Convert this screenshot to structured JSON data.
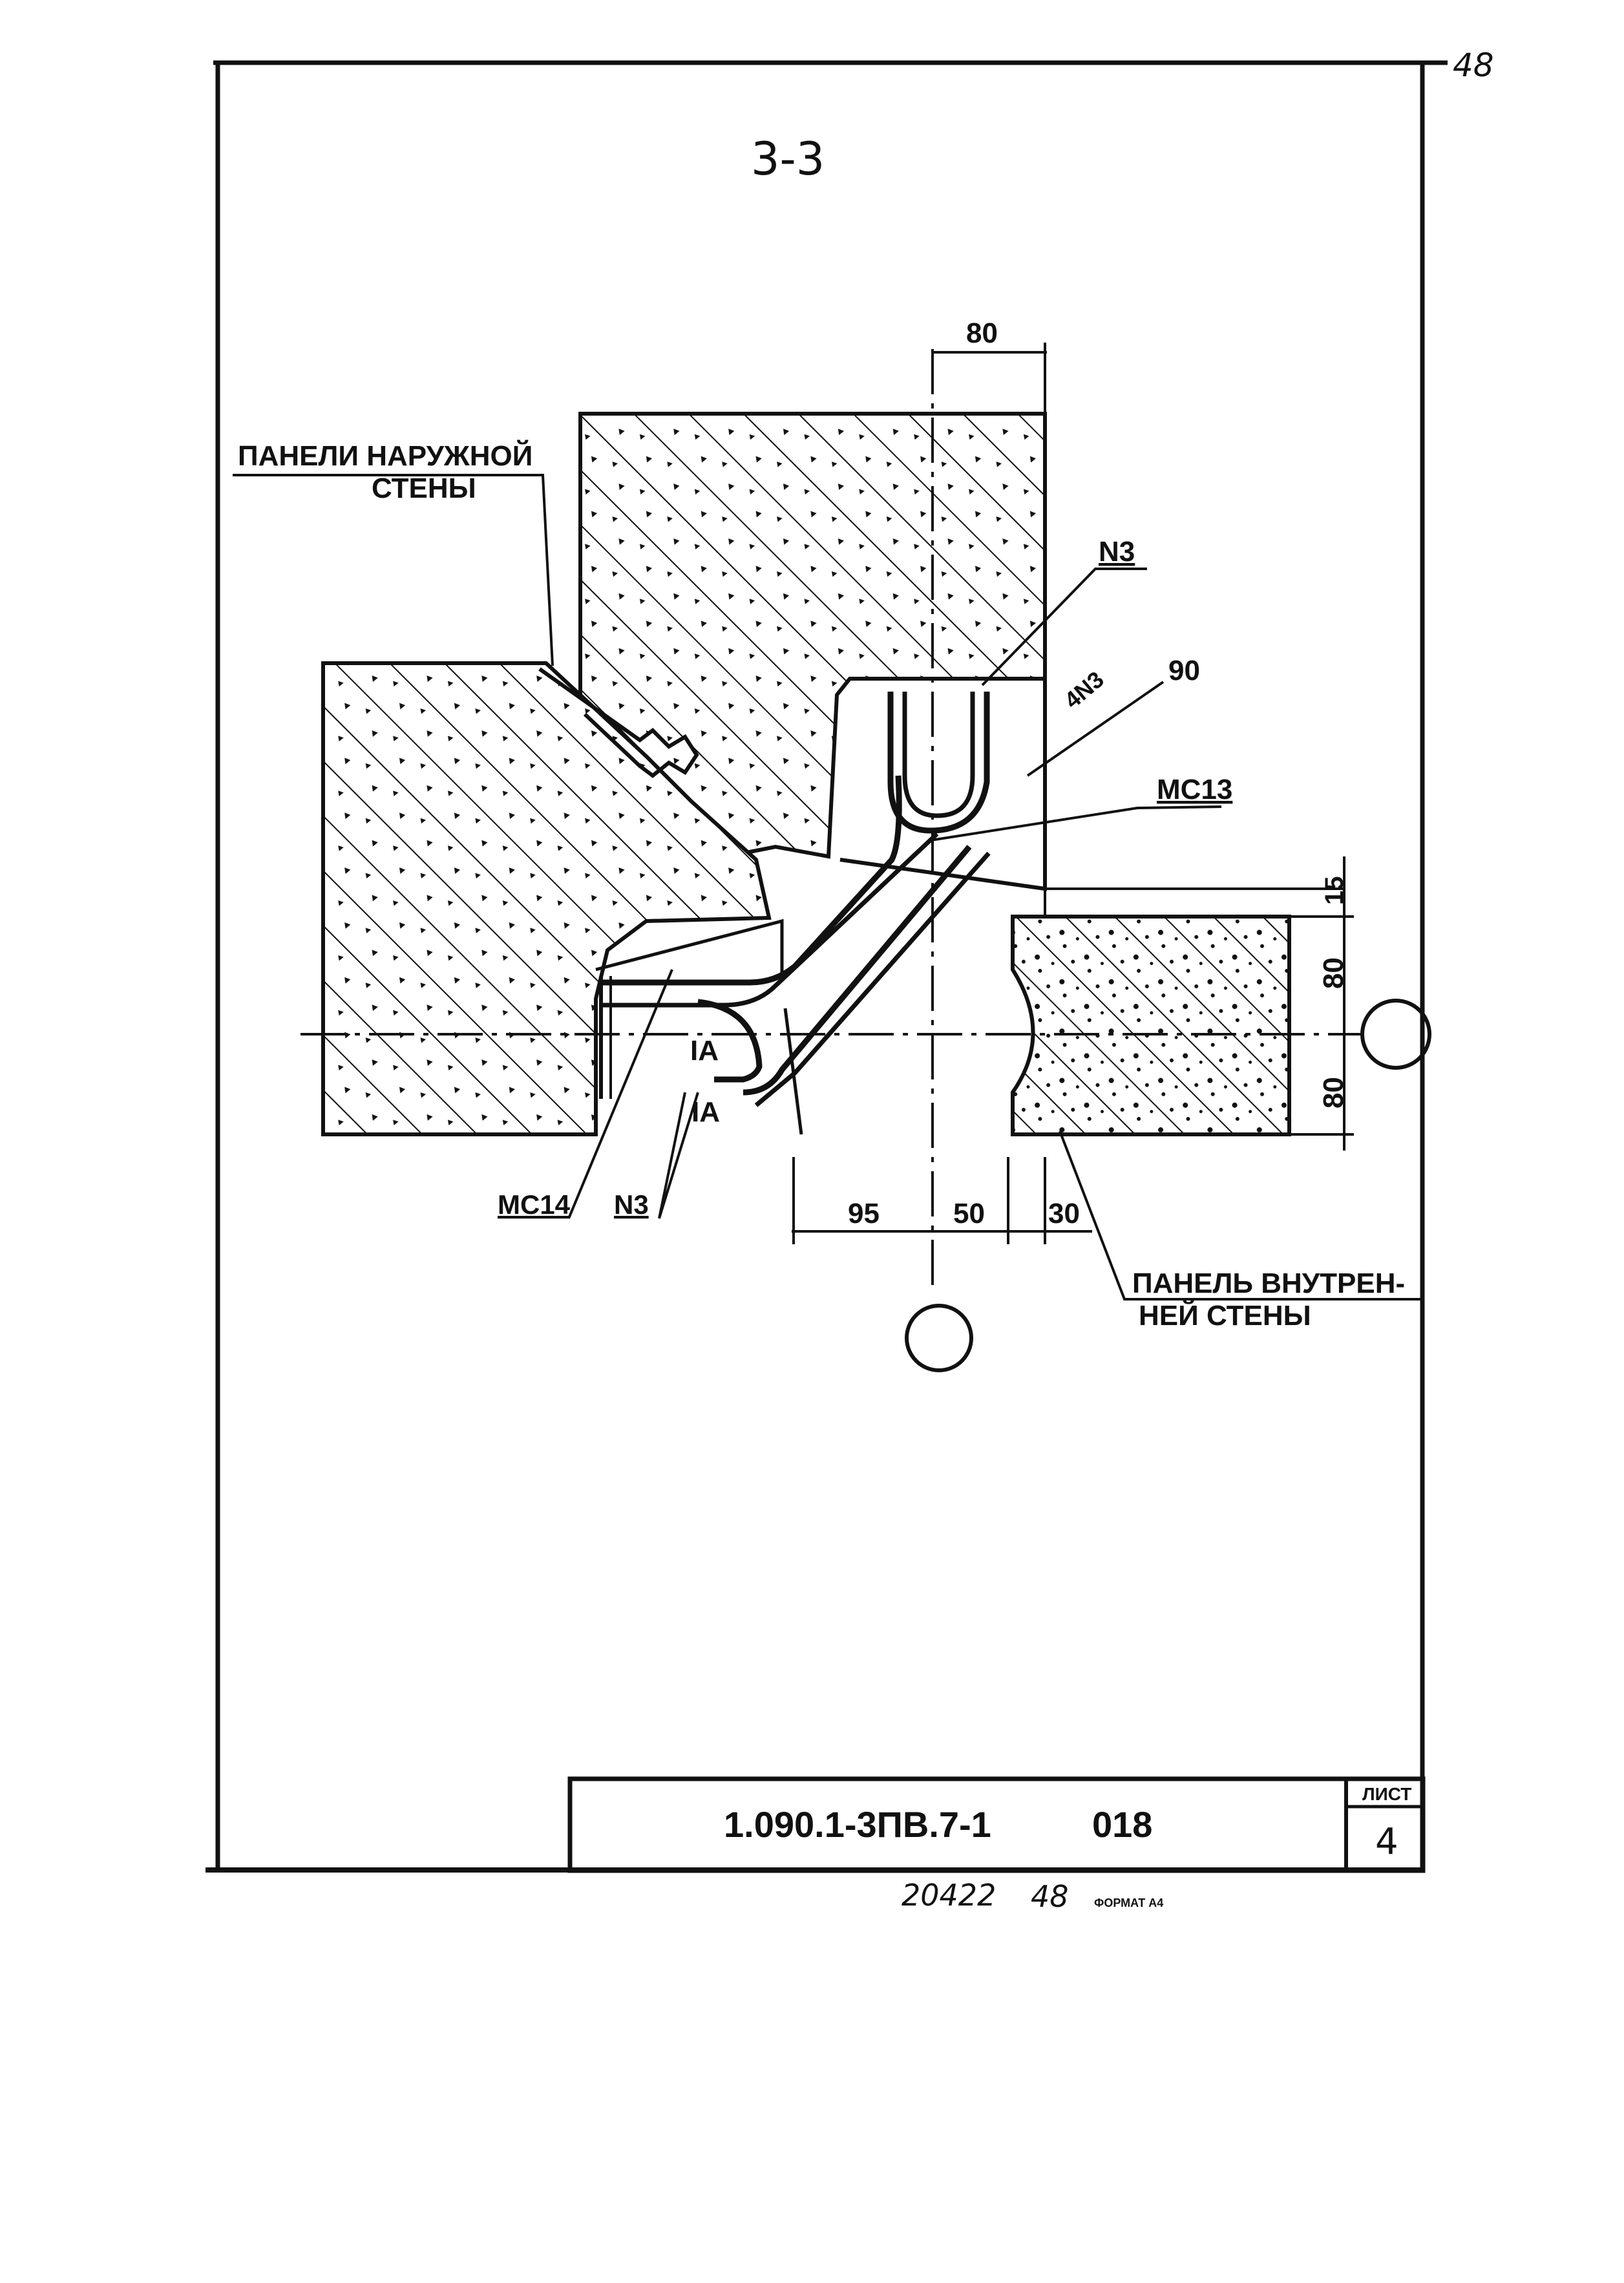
{
  "corner_page_number": "48",
  "section_title": "3-3",
  "labels": {
    "outer_wall_line1": "ПАНЕЛИ НАРУЖНОЙ",
    "outer_wall_line2": "СТЕНЫ",
    "inner_wall_line1": "ПАНЕЛЬ ВНУТРЕН-",
    "inner_wall_line2": "НЕЙ СТЕНЫ",
    "n3_top": "N3",
    "n3_4": "4N3",
    "n3_4_dim": "90",
    "mc13": "МС13",
    "mc14": "МС14",
    "n3_bottom": "N3",
    "weld_a1": "IA",
    "weld_a2": "IA"
  },
  "dimensions": {
    "top_80": "80",
    "right_15": "15",
    "right_80_upper": "80",
    "right_80_lower": "80",
    "bottom_95": "95",
    "bottom_50": "50",
    "bottom_30": "30"
  },
  "title_block": {
    "code": "1.090.1-3ПВ.7-1",
    "number": "018",
    "sheet_label": "ЛИСТ",
    "sheet": "4"
  },
  "footer": {
    "inventory": "20422",
    "inventory_sheet": "48",
    "format": "ФОРМАТ А4"
  }
}
